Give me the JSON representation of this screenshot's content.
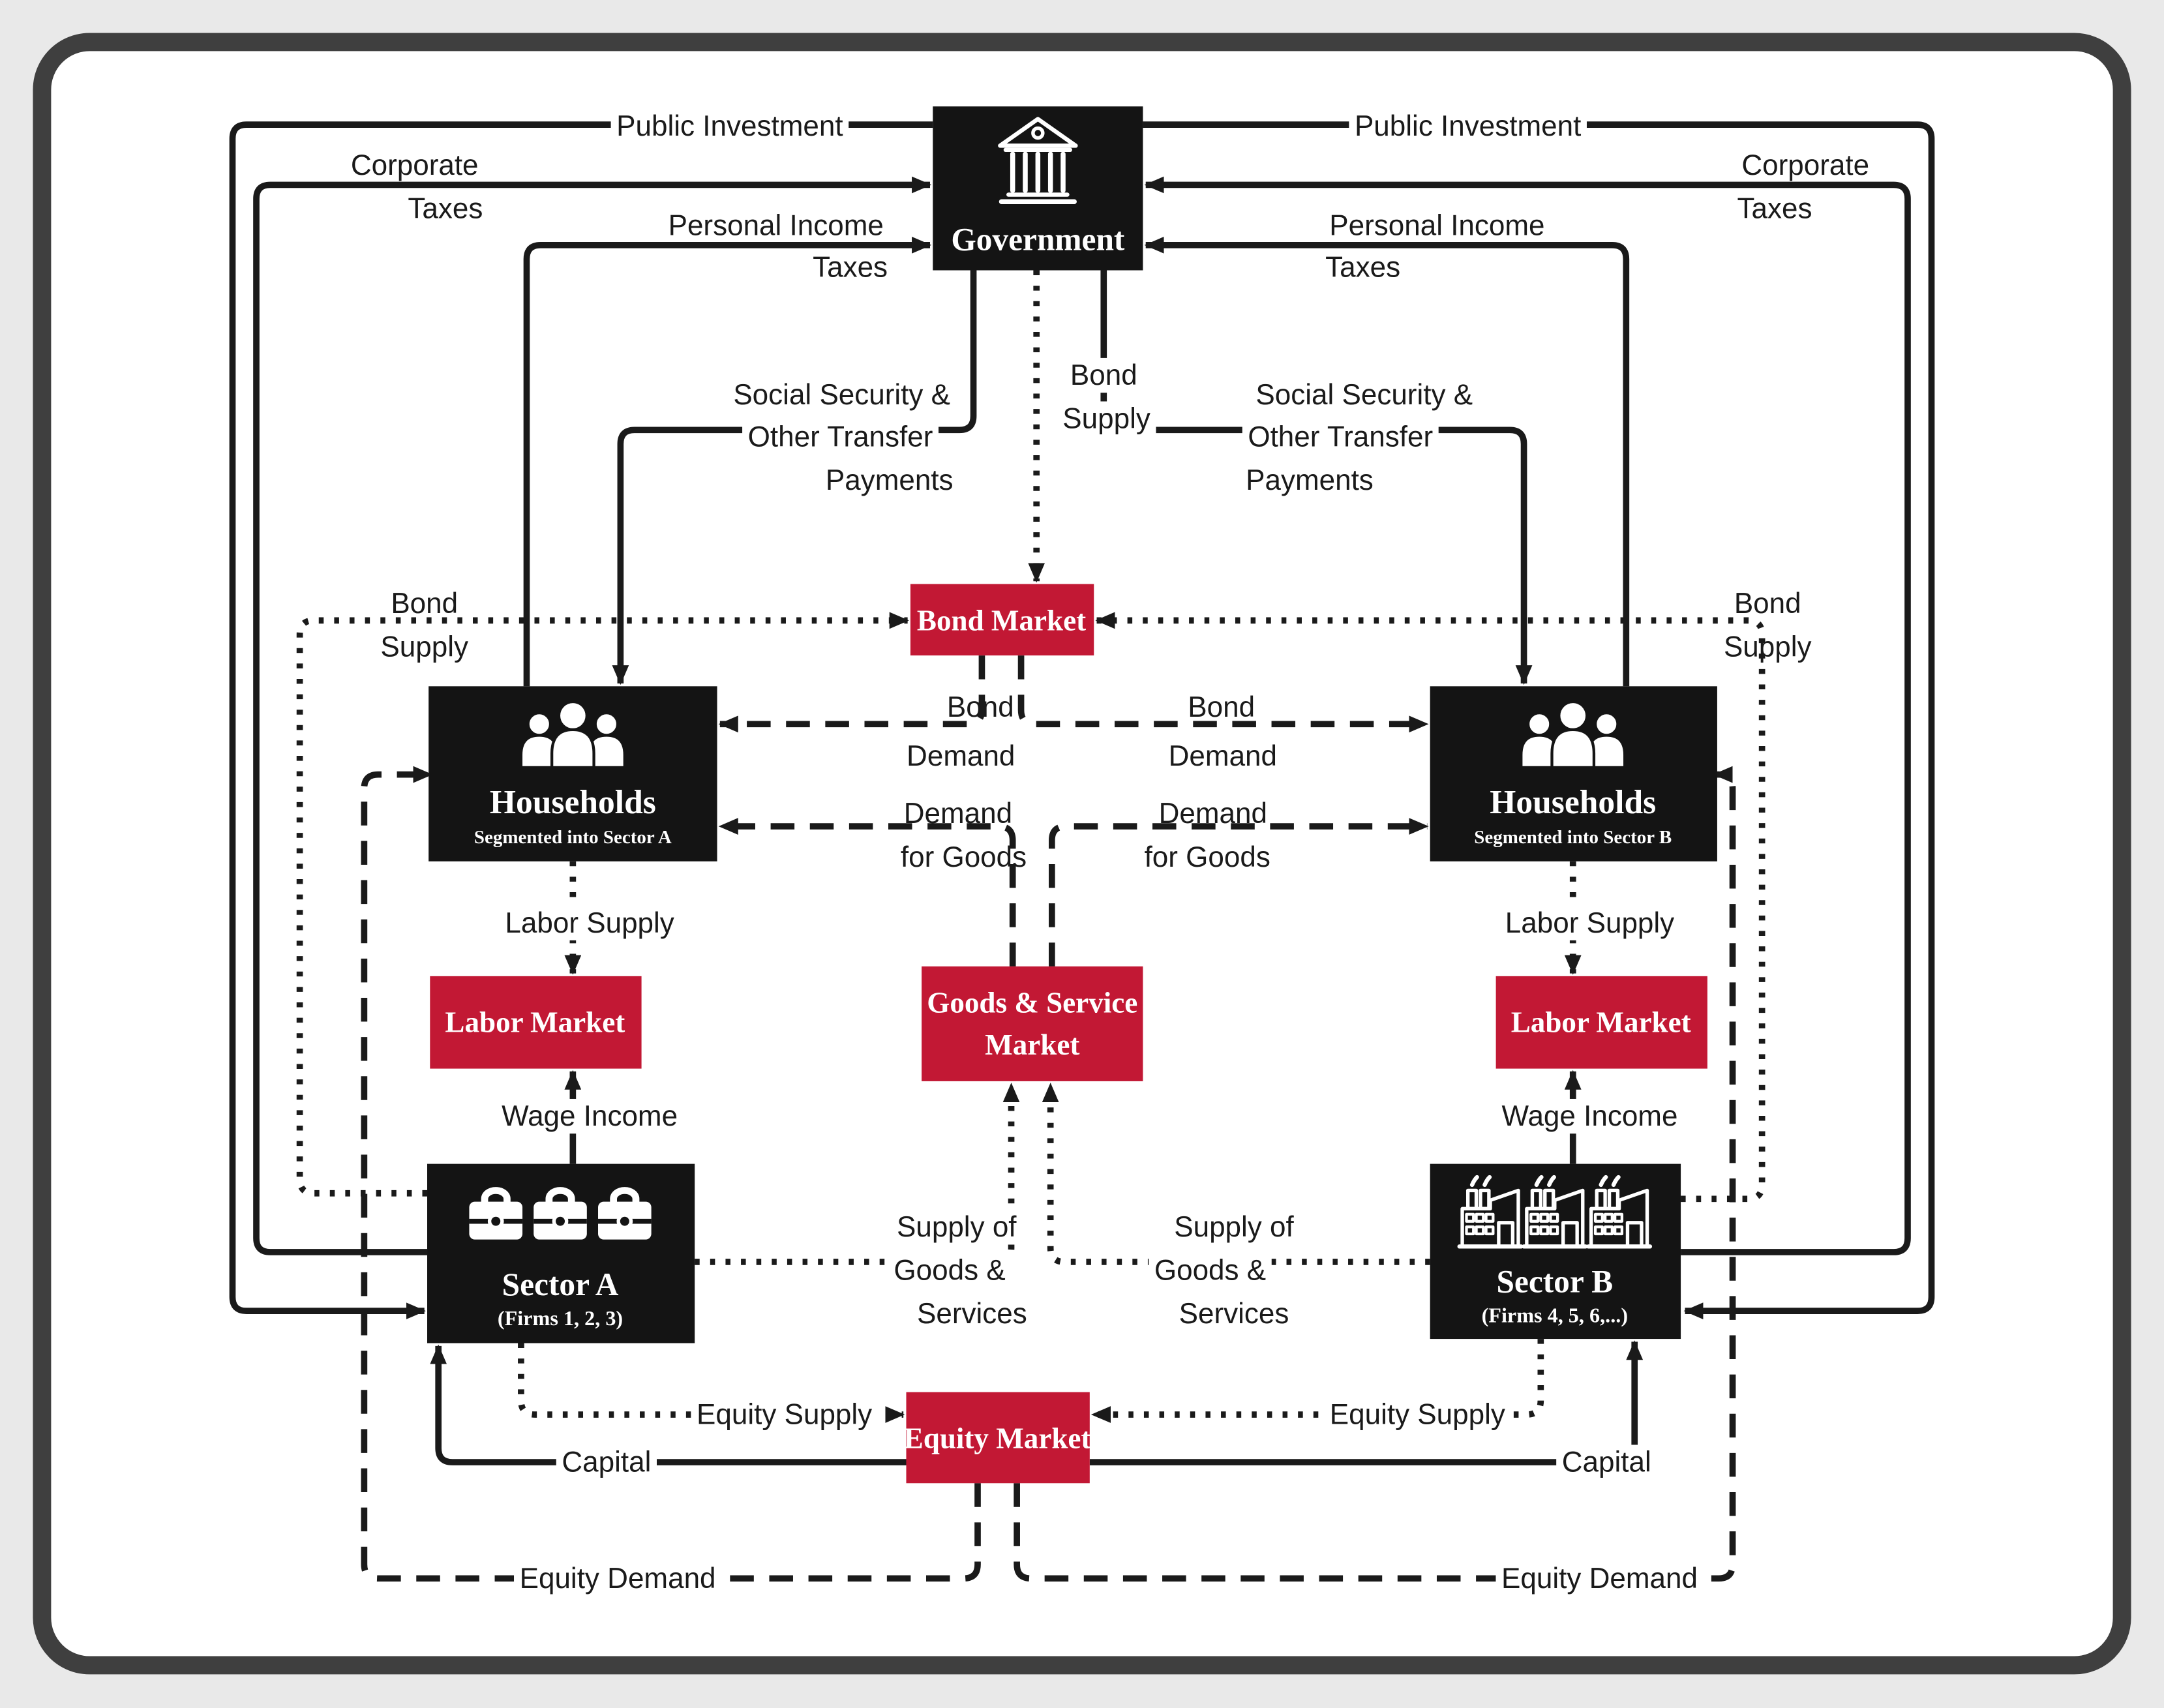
{
  "colors": {
    "market_red": "#C21834",
    "node_black": "#141414",
    "line_color": "#1a1a1a",
    "text_color": "#1a1a1a",
    "frame_color": "#3f3f3f",
    "page_background": "#e9e9e9",
    "canvas_background": "#ffffff"
  },
  "nodes": {
    "government": {
      "title": "Government"
    },
    "bond_market": {
      "title": "Bond Market"
    },
    "goods_market": {
      "title_line1": "Goods & Service",
      "title_line2": "Market"
    },
    "equity_market": {
      "title": "Equity Market"
    },
    "labor_market_left": {
      "title": "Labor Market"
    },
    "labor_market_right": {
      "title": "Labor Market"
    },
    "households_left": {
      "title": "Households",
      "subtitle": "Segmented into Sector A"
    },
    "households_right": {
      "title": "Households",
      "subtitle": "Segmented into Sector B"
    },
    "sector_a": {
      "title": "Sector A",
      "subtitle": "(Firms 1, 2, 3)"
    },
    "sector_b": {
      "title": "Sector B",
      "subtitle": "(Firms 4, 5, 6,...)"
    }
  },
  "flows": {
    "public_investment_left": "Public Investment",
    "public_investment_right": "Public Investment",
    "corporate_taxes_left": [
      "Corporate",
      "Taxes"
    ],
    "corporate_taxes_right": [
      "Corporate",
      "Taxes"
    ],
    "personal_income_taxes_left": [
      "Personal Income",
      "Taxes"
    ],
    "personal_income_taxes_right": [
      "Personal Income",
      "Taxes"
    ],
    "social_security_left": [
      "Social Security &",
      "Other Transfer",
      "Payments"
    ],
    "social_security_right": [
      "Social Security &",
      "Other Transfer",
      "Payments"
    ],
    "bond_supply_center": [
      "Bond",
      "Supply"
    ],
    "bond_supply_left": [
      "Bond",
      "Supply"
    ],
    "bond_supply_right": [
      "Bond",
      "Supply"
    ],
    "bond_demand_left": [
      "Bond",
      "Demand"
    ],
    "bond_demand_right": [
      "Bond",
      "Demand"
    ],
    "demand_for_goods_left": [
      "Demand",
      "for Goods"
    ],
    "demand_for_goods_right": [
      "Demand",
      "for Goods"
    ],
    "labor_supply_left": "Labor Supply",
    "labor_supply_right": "Labor Supply",
    "wage_income_left": "Wage Income",
    "wage_income_right": "Wage Income",
    "supply_of_goods_left": [
      "Supply of",
      "Goods &",
      "Services"
    ],
    "supply_of_goods_right": [
      "Supply of",
      "Goods &",
      "Services"
    ],
    "equity_supply_left": "Equity Supply",
    "equity_supply_right": "Equity Supply",
    "capital_left": "Capital",
    "capital_right": "Capital",
    "equity_demand_left": "Equity Demand",
    "equity_demand_right": "Equity Demand"
  }
}
